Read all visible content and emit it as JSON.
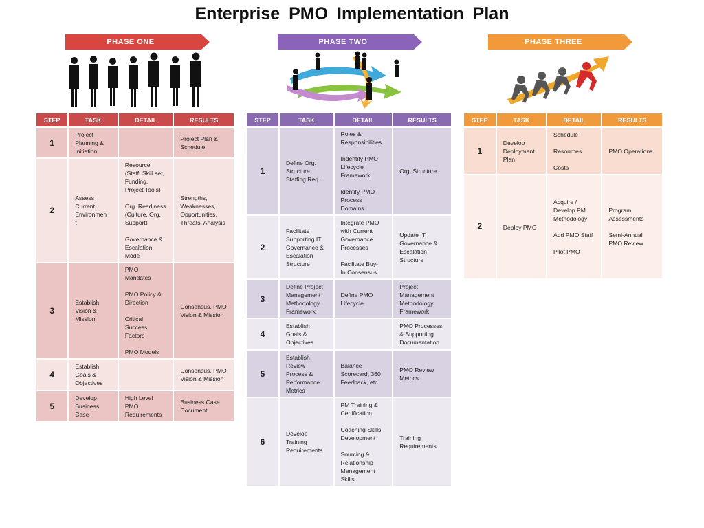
{
  "title": "Enterprise  PMO  Implementation  Plan",
  "colors": {
    "phase1": "#c94b4b",
    "phase2": "#8a6ab0",
    "phase3": "#ef9a3d"
  },
  "headers": [
    "STEP",
    "TASK",
    "DETAIL",
    "RESULTS"
  ],
  "phases": [
    {
      "label": "PHASE ONE",
      "rows": [
        {
          "step": "1",
          "task": "Project\nPlanning &\nInitiation",
          "detail": "",
          "results": "Project Plan &\nSchedule"
        },
        {
          "step": "2",
          "task": "Assess\nCurrent\nEnvironmen\nt",
          "detail": "Resource\n(Staff, Skill set,\nFunding,\nProject Tools)\n\nOrg. Readiness\n(Culture, Org.\nSupport)\n\nGovernance &\nEscalation\nMode",
          "results": "Strengths,\nWeaknesses,\nOpportunities,\nThreats, Analysis"
        },
        {
          "step": "3",
          "task": "Establish\nVision &\nMission",
          "detail": "PMO\nMandates\n\nPMO Policy &\nDirection\n\nCritical\nSuccess\nFactors\n\nPMO Models",
          "results": "Consensus, PMO\nVision & Mission"
        },
        {
          "step": "4",
          "task": "Establish\nGoals &\nObjectives",
          "detail": "",
          "results": "Consensus, PMO\nVision & Mission"
        },
        {
          "step": "5",
          "task": "Develop\nBusiness\nCase",
          "detail": "High Level\nPMO\nRequirements",
          "results": "Business Case\nDocument"
        }
      ]
    },
    {
      "label": "PHASE TWO",
      "rows": [
        {
          "step": "1",
          "task": "Define Org.\nStructure\nStaffing Req.",
          "detail": "Roles &\nResponsibilities\n\nIndentify PMO\nLifecycle\nFramework\n\nIdentify PMO\nProcess\nDomains",
          "results": "Org. Structure"
        },
        {
          "step": "2",
          "task": "Facilitate\nSupporting IT\nGovernance &\nEscalation\nStructure",
          "detail": "Integrate PMO\nwith Current\nGovernance\nProcesses\n\nFacilitate Buy-\nIn Consensus",
          "results": "Update IT\nGovernance &\nEscalation\nStructure"
        },
        {
          "step": "3",
          "task": "Define Project\nManagement\nMethodology\nFramework",
          "detail": "Define PMO\nLifecycle",
          "results": "Project\nManagement\nMethodology\nFramework"
        },
        {
          "step": "4",
          "task": "Establish\nGoals &\nObjectives",
          "detail": "",
          "results": "PMO Processes\n& Supporting\nDocumentation"
        },
        {
          "step": "5",
          "task": "Establish\nReview\nProcess &\nPerformance\nMetrics",
          "detail": "Balance\nScorecard, 360\nFeedback, etc.",
          "results": "PMO Review\nMetrics"
        },
        {
          "step": "6",
          "task": "Develop\nTraining\nRequirements",
          "detail": "PM Training &\nCertification\n\nCoaching Skills\nDevelopment\n\nSourcing &\nRelationship\nManagement\nSkills",
          "results": "Training\nRequirements"
        }
      ]
    },
    {
      "label": "PHASE THREE",
      "rows": [
        {
          "step": "1",
          "task": "Develop\nDeployment\nPlan",
          "detail": "Schedule\n\nResources\n\nCosts",
          "results": "PMO Operations"
        },
        {
          "step": "2",
          "task": "Deploy PMO",
          "detail": "Acquire /\nDevelop PM\nMethodology\n\nAdd PMO Staff\n\nPilot PMO",
          "results": "Program\nAssessments\n\nSemi-Annual\nPMO Review"
        }
      ]
    }
  ]
}
